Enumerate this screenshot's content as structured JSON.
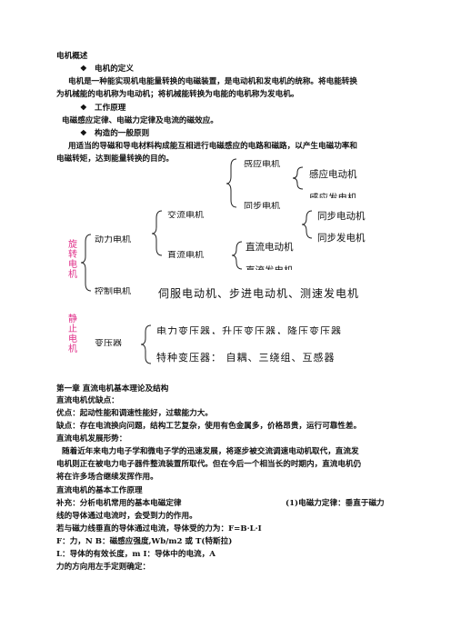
{
  "intro": {
    "title": "电机概述",
    "s1_head": "电机的定义",
    "s1_line1": "电机是一种能实现机电能量转换的电磁装置，是电动机和发电机的统称。将电能转换",
    "s1_line2": "为机械能的电机称为电动机；将机械能转换为电能的电机称为发电机。",
    "s2_head": "工作原理",
    "s2_line1": "电磁感应定律、电磁力定律及电流的磁效应。",
    "s3_head": "构造的一般原则",
    "s3_line1": "用适当的导磁和导电材料构成能互相进行电磁感应的电路和磁路，以产生电磁功率和",
    "s3_line2": "电磁转矩，达到能量转换的目的。",
    "bullet": "❖"
  },
  "diagram1": {
    "side_label": "旋转电机",
    "power": "动力电机",
    "control": "控制电机",
    "ac": "交流电机",
    "dc": "直流电机",
    "async": "感应电机",
    "sync": "同步电机",
    "dc_motor_node": "直流电动机",
    "dc_gen_node": "直流发电机",
    "leaf1": "感应电动机",
    "leaf2": "感应发电机",
    "leaf3": "同步电动机",
    "leaf4": "同步发电机",
    "control_types": "伺服电动机、步进电动机、测速发电机"
  },
  "diagram2": {
    "side_label": "静止电机",
    "transformer": "变压器",
    "power_tx": "电力变压器，升压变压器，降压变压器",
    "special_tx": "特种变压器：  自耦、三绕组、互感器"
  },
  "chapter1": {
    "title": "第一章   直流电机基本理论及结构",
    "p1": "直流电机优缺点：",
    "p2": "优点：起动性能和调速性能好，过载能力大。",
    "p3": "缺点：存在电流换向问题，结构工艺复杂，使用有色金属多，价格昂贵，运行可靠性差。",
    "p4": "直流电机发展形势：",
    "p5a": "随着近年来电力电子学和微电子学的迅速发展，将逐步被交流调速电动机取代，直流发",
    "p5b": "电机则正在被电力电子器件整流装置所取代。但在今后一个相当长的时期内，直流电机仍",
    "p5c": "将在许多场合继续发挥作用。",
    "p6": "直流电机的基本工作原理",
    "p7_left": "补充：分析电机常用的基本电磁定律",
    "p7_right": "(1)电磁力定律：垂直于磁力",
    "p8": "线的导体通过电流时，会受到力的作用。",
    "p9": "若与磁力线垂直的导体通过电流，导体受的力为：F=B·L·I",
    "p10": "F：力，N      B：磁感应强度,Wb/m2 或 T(特斯拉)",
    "p11": "L：导体的有效长度，m          I：导体中的电流，A",
    "p12": "力的方向用左手定则确定："
  }
}
